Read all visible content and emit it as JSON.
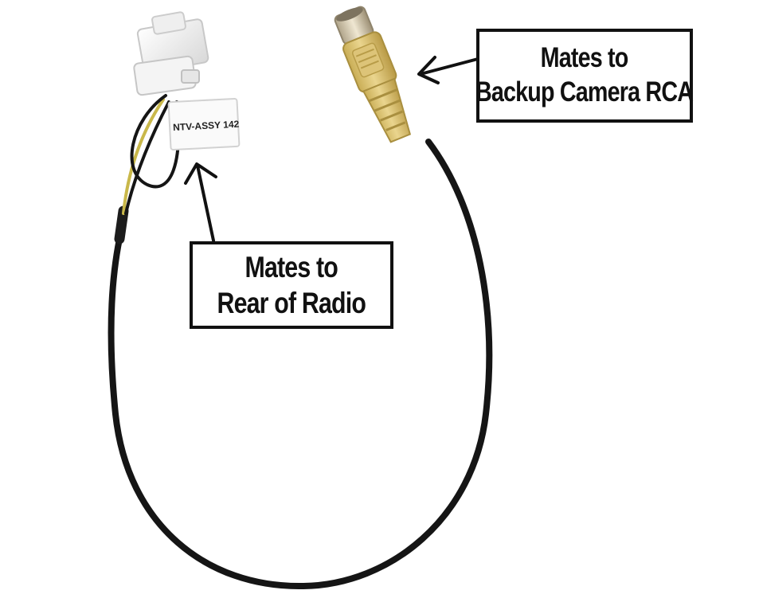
{
  "image": {
    "subject": "backup camera adapter cable",
    "connector_label": "NTV-ASSY 142"
  },
  "callouts": {
    "camera": {
      "line1": "Mates to",
      "line2": "Backup Camera RCA"
    },
    "radio": {
      "line1": "Mates to",
      "line2": "Rear of Radio"
    }
  },
  "colors": {
    "background": "#ffffff",
    "cable": "#151515",
    "rca_body": "#d9c173",
    "connector_plug": "#f2f2f2",
    "wire_yellow": "#c9b84a",
    "callout_border": "#111111"
  }
}
